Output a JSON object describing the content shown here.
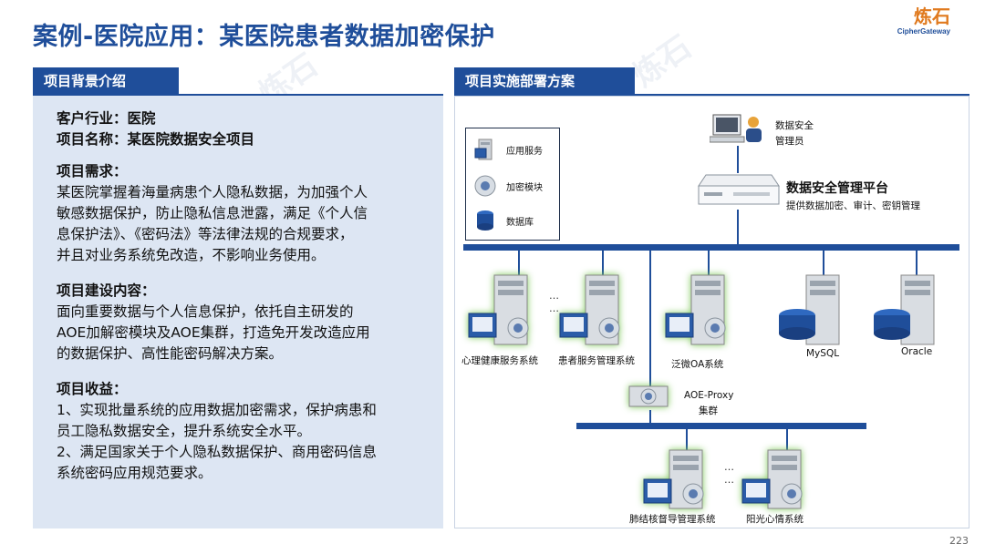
{
  "page": {
    "title": "案例-医院应用：某医院患者数据加密保护",
    "page_number": "223",
    "logo_cn": "炼石",
    "logo_en": "CipherGateway"
  },
  "left": {
    "header": "项目背景介绍",
    "client_industry": "客户行业：医院",
    "project_name": "项目名称：某医院数据安全项目",
    "needs_title": "项目需求：",
    "needs_lines": [
      "某医院掌握着海量病患个人隐私数据，为加强个人",
      "敏感数据保护，防止隐私信息泄露，满足《个人信",
      "息保护法》、《密码法》等法律法规的合规要求，",
      "并且对业务系统免改造，不影响业务使用。"
    ],
    "build_title": "项目建设内容：",
    "build_lines": [
      "面向重要数据与个人信息保护，依托自主研发的",
      "AOE加解密模块及AOE集群，打造免开发改造应用",
      "的数据保护、高性能密码解决方案。"
    ],
    "benefit_title": "项目收益：",
    "benefit_lines": [
      "1、实现批量系统的应用数据加密需求，保护病患和",
      "员工隐私数据安全，提升系统安全水平。",
      "2、满足国家关于个人隐私数据保护、商用密码信息",
      "系统密码应用规范要求。"
    ]
  },
  "right": {
    "header": "项目实施部署方案",
    "legend": {
      "app_service": "应用服务",
      "crypto_module": "加密模块",
      "database": "数据库"
    },
    "admin_label_1": "数据安全",
    "admin_label_2": "管理员",
    "platform_title": "数据安全管理平台",
    "platform_desc": "提供数据加密、审计、密钥管理",
    "systems": {
      "psych": "心理健康服务系统",
      "patient": "患者服务管理系统",
      "oa": "泛微OA系统",
      "mysql": "MySQL",
      "oracle": "Oracle",
      "proxy_1": "AOE-Proxy",
      "proxy_2": "集群",
      "lung": "肺结核督导管理系统",
      "sunshine": "阳光心情系统"
    },
    "ellipsis": "…"
  },
  "colors": {
    "brand_blue": "#1f4e9a",
    "panel_bg": "#dde6f3",
    "logo_orange": "#e07a1f",
    "glow_green": "#7ec85a"
  }
}
